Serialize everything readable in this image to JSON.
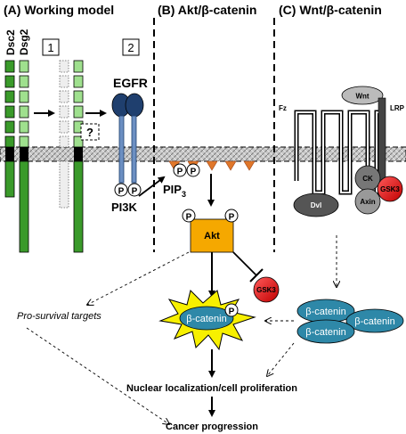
{
  "panels": {
    "a_title": "(A) Working model",
    "b_title": "(B) Akt/β-catenin",
    "c_title": "(C) Wnt/β-catenin"
  },
  "panel_a": {
    "dsc2": "Dsc2",
    "dsg2": "Dsg2",
    "step1": "1",
    "step2": "2",
    "question": "?",
    "egfr": "EGFR",
    "p": "P",
    "pi3k": "PI3K"
  },
  "panel_b": {
    "pip3": "PIP",
    "pip3_sub": "3",
    "akt": "Akt",
    "gsk3": "GSK3",
    "beta_catenin": "β-catenin",
    "p": "P",
    "pro_survival": "Pro-survival targets",
    "nuclear": "Nuclear localization/cell proliferation",
    "cancer": "Cancer progression"
  },
  "panel_c": {
    "fz": "Fz",
    "wnt": "Wnt",
    "lrp": "LRP",
    "ck": "CK",
    "gsk3": "GSK3",
    "axin": "Axin",
    "dvl": "Dvl",
    "beta_catenin": "β-catenin"
  },
  "colors": {
    "green": "#3a9a2a",
    "green_light": "#9fe08e",
    "egfr_blue": "#1f3f6e",
    "egfr_light": "#6c8fc2",
    "akt_orange": "#f5a800",
    "pip_orange": "#e0772a",
    "gsk_red": "#e02020",
    "bcat_teal": "#2e88a8",
    "star_yellow": "#f7f000",
    "gray": "#999999"
  }
}
